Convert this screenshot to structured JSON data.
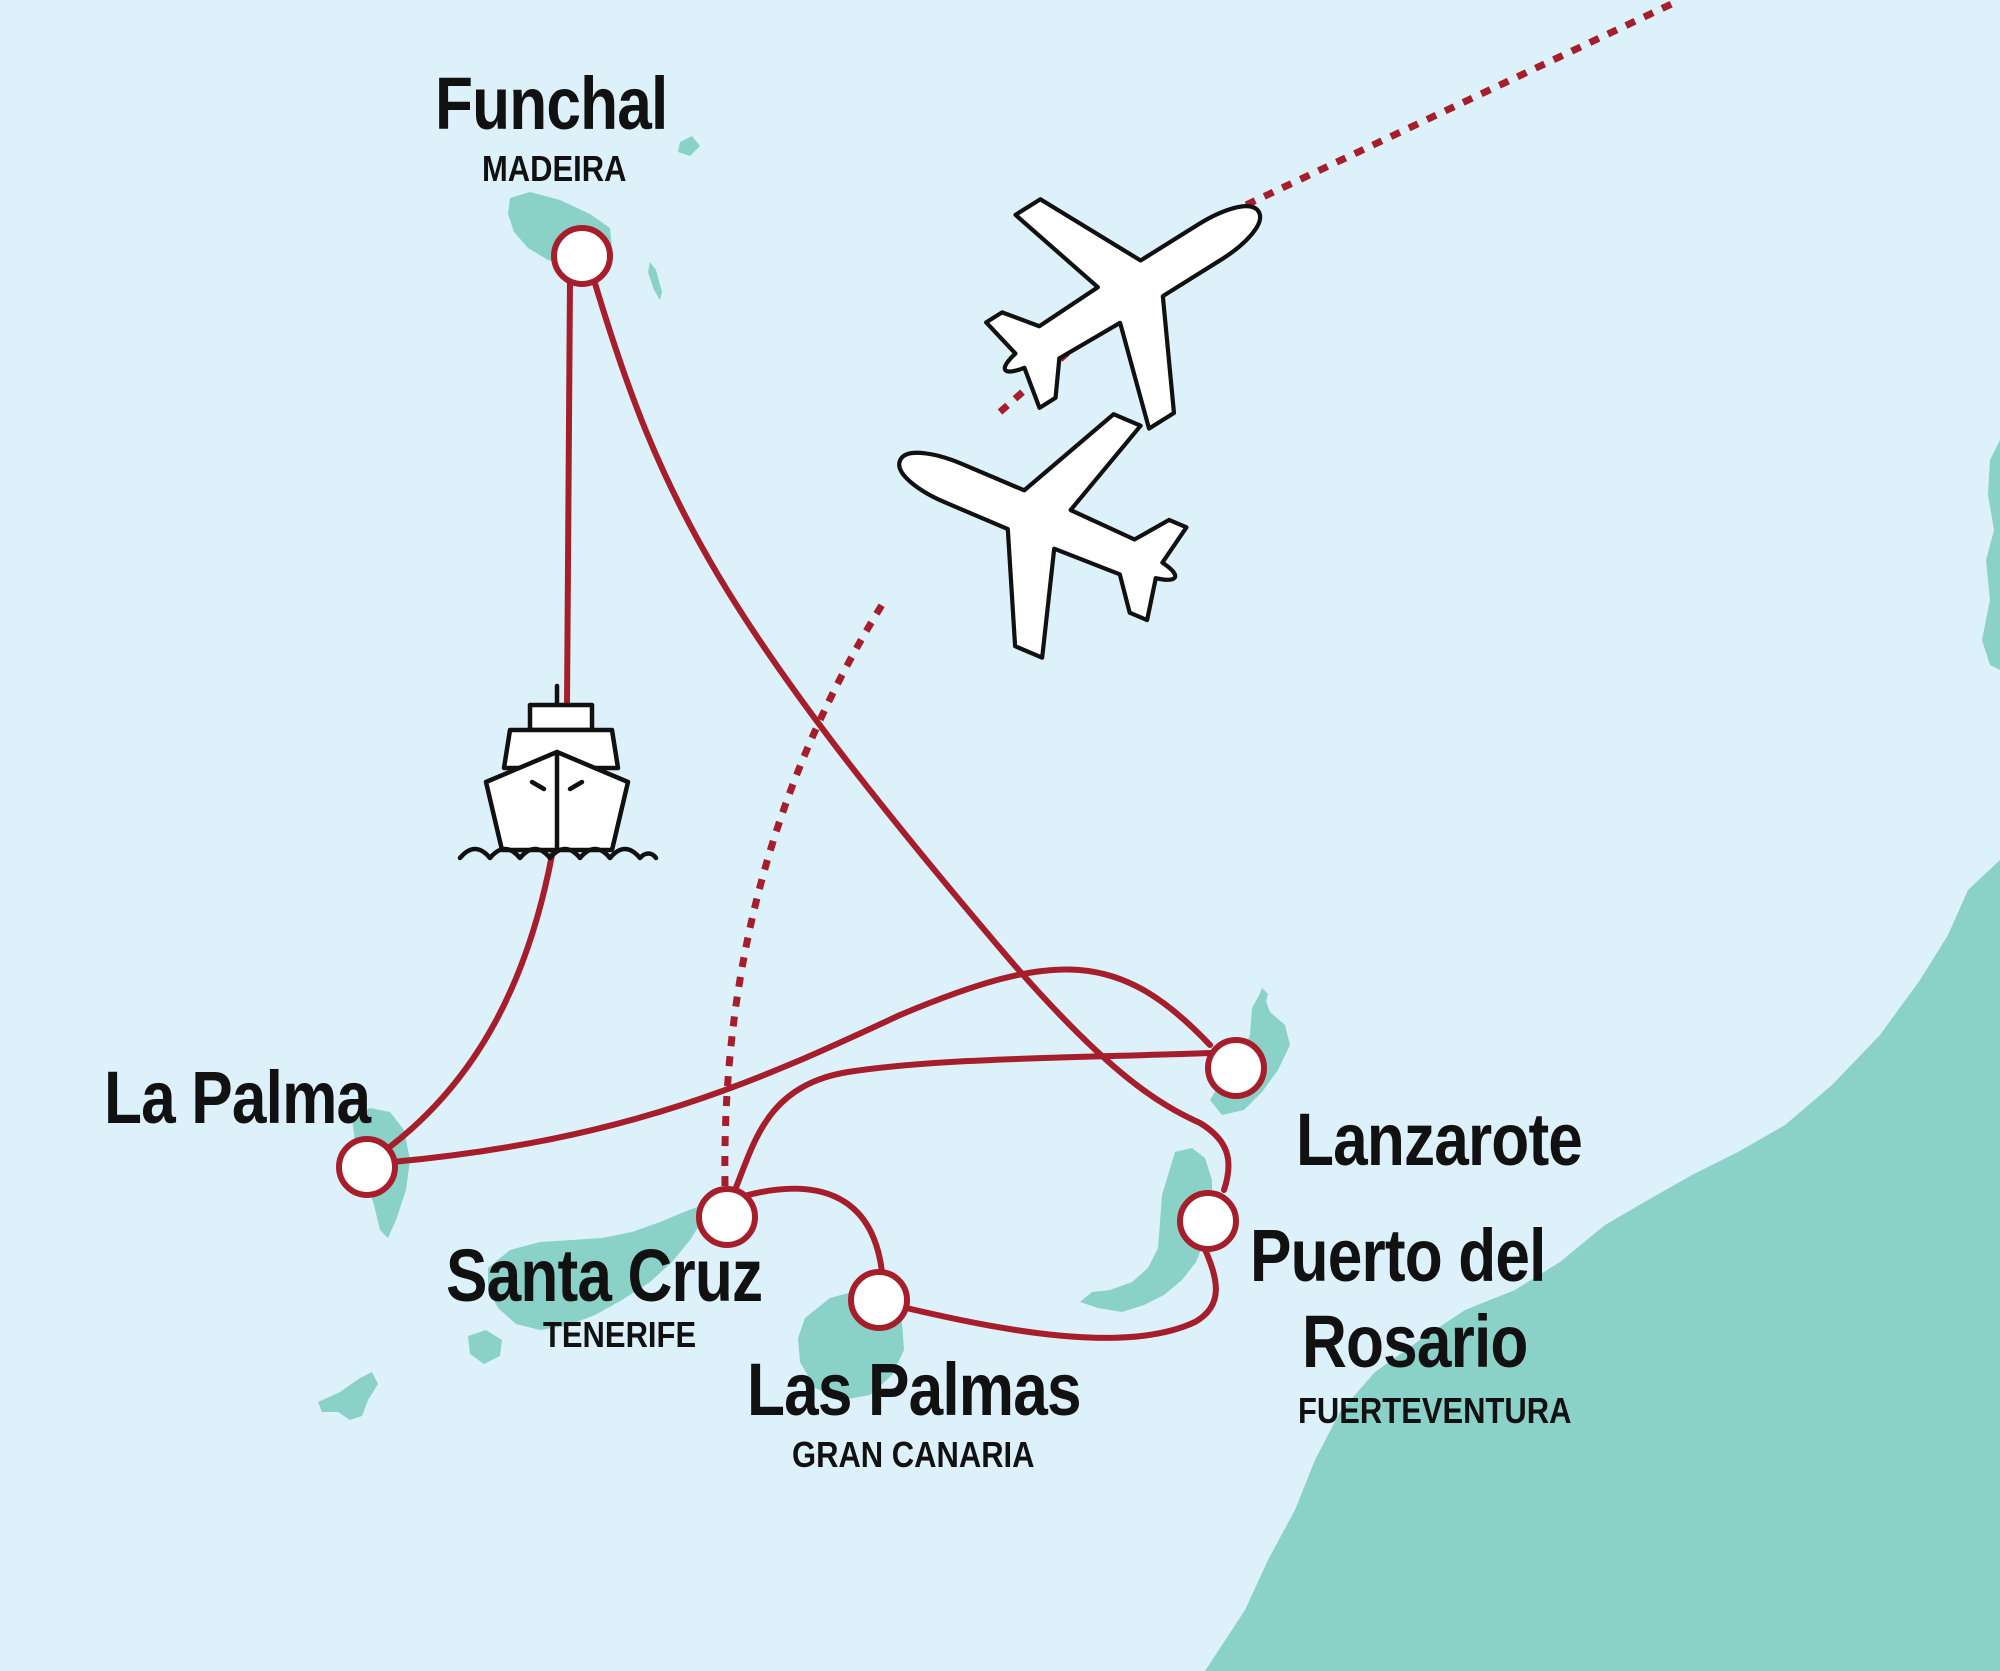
{
  "map": {
    "colors": {
      "sea": "#ddf1fb",
      "land": "#8ad1c7",
      "route": "#a61e2b",
      "node_fill": "#ffffff",
      "icon_stroke": "#111111"
    },
    "places": {
      "funchal": {
        "name": "Funchal",
        "region": "MADEIRA"
      },
      "la_palma": {
        "name": "La Palma"
      },
      "santa_cruz": {
        "name": "Santa Cruz",
        "region": "TENERIFE"
      },
      "las_palmas": {
        "name": "Las Palmas",
        "region": "GRAN CANARIA"
      },
      "lanzarote": {
        "name": "Lanzarote"
      },
      "puerto_del_rosario": {
        "name_line1": "Puerto del",
        "name_line2": "Rosario",
        "region": "FUERTEVENTURA"
      }
    },
    "icons": [
      "airplane-icon",
      "airplane-icon",
      "ship-icon"
    ],
    "routes": [
      {
        "from": "Funchal",
        "to": "La Palma",
        "mode": "ship",
        "style": "solid"
      },
      {
        "from": "Funchal",
        "to": "Puerto del Rosario",
        "mode": "ship",
        "style": "solid"
      },
      {
        "from": "La Palma",
        "to": "Lanzarote",
        "mode": "ship",
        "style": "solid"
      },
      {
        "from": "Lanzarote",
        "to": "Santa Cruz",
        "mode": "ship",
        "style": "solid"
      },
      {
        "from": "Santa Cruz",
        "to": "Las Palmas",
        "mode": "ship",
        "style": "solid"
      },
      {
        "from": "Las Palmas",
        "to": "Puerto del Rosario",
        "mode": "ship",
        "style": "solid"
      },
      {
        "from": "Santa Cruz",
        "to": "off-map",
        "mode": "flight",
        "style": "dotted"
      }
    ]
  }
}
